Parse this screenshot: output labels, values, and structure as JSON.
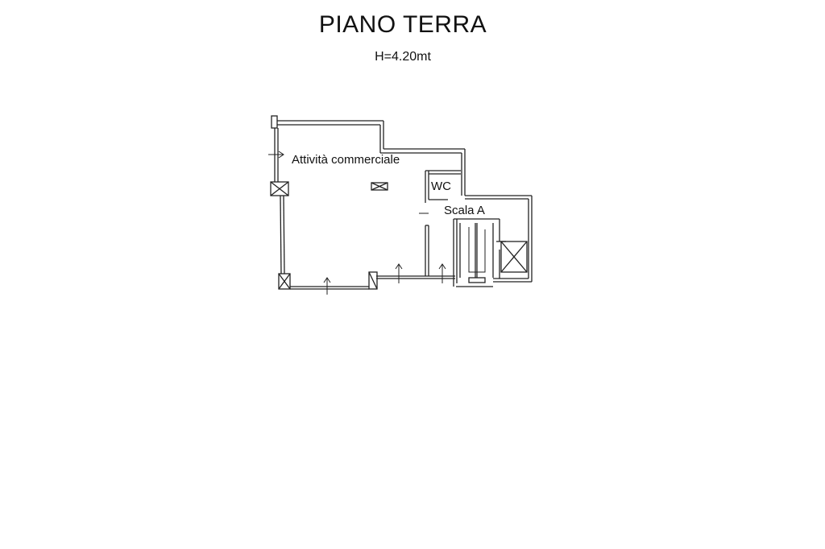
{
  "plan": {
    "title": "PIANO TERRA",
    "height_label": "H=4.20mt",
    "rooms": {
      "commercial": "Attività commerciale",
      "wc": "WC",
      "stair": "Scala A"
    }
  }
}
